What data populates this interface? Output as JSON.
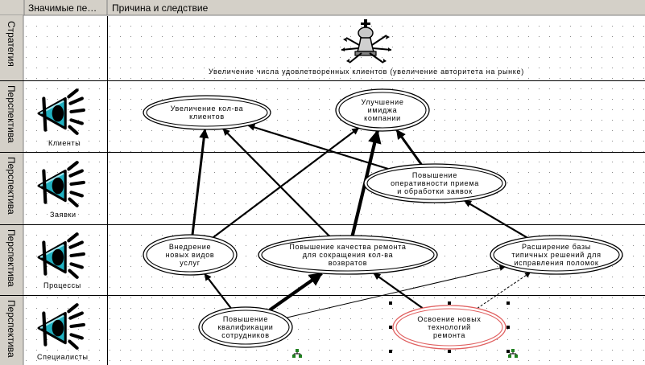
{
  "columns": {
    "perspectives_header": "Значимые пе…",
    "cause_effect_header": "Причина и следствие"
  },
  "lanes": [
    {
      "id": "strategy",
      "label": "Стратегия",
      "name": "",
      "icon": "chess-king-icon"
    },
    {
      "id": "clients",
      "label": "Перспектива",
      "name": "Клиенты",
      "icon": "eye-icon"
    },
    {
      "id": "orders",
      "label": "Перспектива",
      "name": "Заявки",
      "icon": "eye-icon"
    },
    {
      "id": "processes",
      "label": "Перспектива",
      "name": "Процессы",
      "icon": "eye-icon"
    },
    {
      "id": "specialists",
      "label": "Перспектива",
      "name": "Специалисты",
      "icon": "eye-icon"
    }
  ],
  "strategy": {
    "text": "Увеличение числа удовлетворенных клиентов (увеличение авторитета на рынке)",
    "icon": "chess-king-icon"
  },
  "nodes": [
    {
      "id": "n1",
      "lines": [
        "Увеличение кол-ва",
        "клиентов"
      ],
      "selected": false
    },
    {
      "id": "n2",
      "lines": [
        "Улучшение",
        "имиджа",
        "компании"
      ],
      "selected": false
    },
    {
      "id": "n3",
      "lines": [
        "Повышение",
        "оперативности приема",
        "и обработки заявок"
      ],
      "selected": false
    },
    {
      "id": "n4",
      "lines": [
        "Внедрение",
        "новых видов",
        "услуг"
      ],
      "selected": false
    },
    {
      "id": "n5",
      "lines": [
        "Повышение качества ремонта",
        "для сокращения кол-ва",
        "возвратов"
      ],
      "selected": false
    },
    {
      "id": "n6",
      "lines": [
        "Расширение базы",
        "типичных решений для",
        "исправления поломок"
      ],
      "selected": false
    },
    {
      "id": "n7",
      "lines": [
        "Повышение",
        "квалификации",
        "сотрудников"
      ],
      "selected": false
    },
    {
      "id": "n8",
      "lines": [
        "Освоение новых",
        "технологий",
        "ремонта"
      ],
      "selected": true
    }
  ],
  "links": [
    {
      "from": "n4",
      "to": "n1",
      "weight": "thick"
    },
    {
      "from": "n4",
      "to": "n2",
      "weight": "medium"
    },
    {
      "from": "n5",
      "to": "n1",
      "weight": "medium"
    },
    {
      "from": "n5",
      "to": "n2",
      "weight": "heavy"
    },
    {
      "from": "n3",
      "to": "n1",
      "weight": "medium"
    },
    {
      "from": "n3",
      "to": "n2",
      "weight": "thick"
    },
    {
      "from": "n6",
      "to": "n3",
      "weight": "medium"
    },
    {
      "from": "n7",
      "to": "n4",
      "weight": "medium"
    },
    {
      "from": "n7",
      "to": "n5",
      "weight": "heavy"
    },
    {
      "from": "n7",
      "to": "n6",
      "weight": "thin"
    },
    {
      "from": "n8",
      "to": "n5",
      "weight": "medium"
    },
    {
      "from": "n8",
      "to": "n6",
      "weight": "dashed"
    }
  ],
  "colors": {
    "line": "#000000",
    "gridline": "#000000",
    "header_bg": "#d4d0c8",
    "selected_outline": "#e06060",
    "icon_cyan": "#20b0c0",
    "tree_icon": "#208020"
  }
}
